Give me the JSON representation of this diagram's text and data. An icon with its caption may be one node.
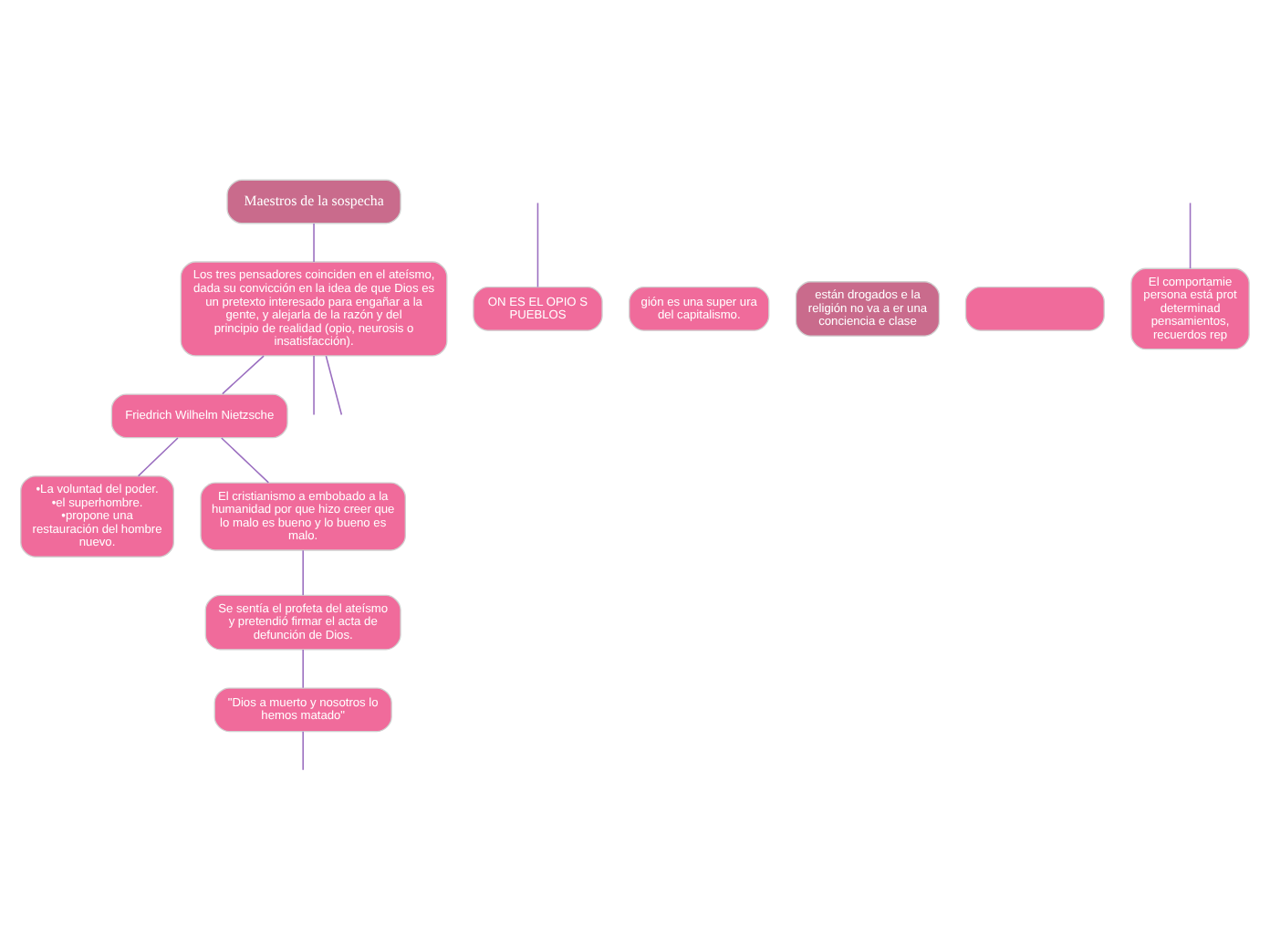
{
  "diagram": {
    "nodes": [
      {
        "text": [
          "Maestros de la sospecha"
        ]
      },
      {
        "text": [
          "Los tres pensadores coinciden en el ateísmo, dada su convicción en la idea de que Dios es un pretexto interesado para engañar a la gente, y alejarla de la razón y del principio de realidad (opio, neurosis o insatisfacción)."
        ]
      },
      {
        "text": [
          "Friedrich Wilhelm Nietzsche"
        ]
      },
      {
        "text": [
          "•La voluntad del poder. •el superhombre. •propone una restauración del hombre nuevo."
        ]
      },
      {
        "text": [
          "El cristianismo a embobado a la humanidad por que hizo creer que lo malo es bueno y lo bueno es malo."
        ]
      },
      {
        "text": [
          "Se sentía el profeta del ateísmo y pretendió firmar el acta de defunción de Dios."
        ]
      },
      {
        "text": [
          "\"Dios a muerto y nosotros lo hemos matado\""
        ]
      },
      {
        "text": [
          "ON ES EL OPIO S PUEBLOS"
        ]
      },
      {
        "text": [
          "gión es una super ura del capitalismo."
        ]
      },
      {
        "text": [
          "están drogados e la religión no va a er una conciencia e clase"
        ]
      },
      {
        "text": [],
        "shape": "box"
      },
      {
        "text": [
          "El comportamie persona está prot determinad pensamientos, recuerdos rep"
        ]
      }
    ],
    "edges": [
      {
        "from": 0,
        "to": 1,
        "arrow": "none"
      },
      {
        "from": 1,
        "to": null,
        "arrow": "none"
      },
      {
        "from": 1,
        "to": 2,
        "arrow": "none"
      },
      {
        "from": 1,
        "to": null,
        "arrow": "none"
      },
      {
        "from": 2,
        "to": 3,
        "arrow": "none"
      },
      {
        "from": 2,
        "to": 4,
        "arrow": "none"
      },
      {
        "from": 4,
        "to": 5,
        "arrow": "none"
      },
      {
        "from": 5,
        "to": 6,
        "arrow": "none"
      },
      {
        "from": 6,
        "to": null,
        "arrow": "none"
      },
      {
        "from": null,
        "to": 7,
        "arrow": "none"
      },
      {
        "from": null,
        "to": 11,
        "arrow": "none"
      }
    ]
  }
}
